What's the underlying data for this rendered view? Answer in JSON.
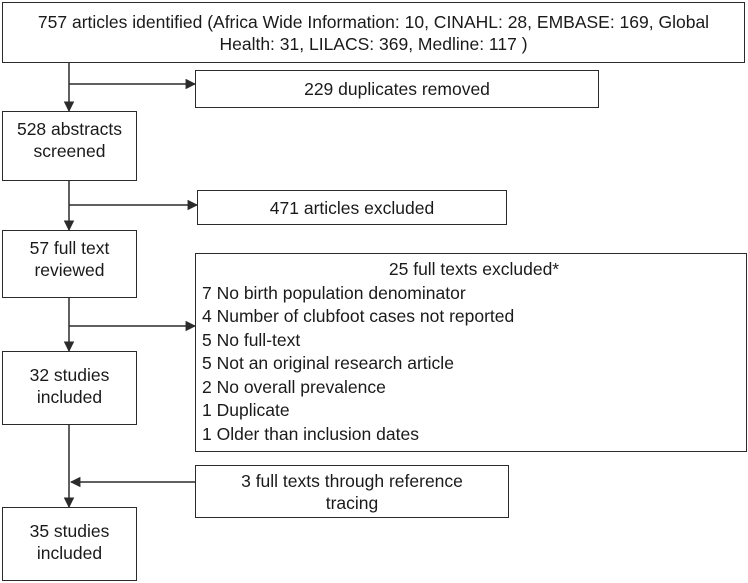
{
  "identified": {
    "line1": "757 articles identified (Africa Wide Information: 10, CINAHL: 28, EMBASE: 169, Global",
    "line2": "Health: 31, LILACS: 369, Medline: 117 )"
  },
  "duplicates": "229 duplicates removed",
  "screened": {
    "line1": "528 abstracts",
    "line2": "screened"
  },
  "excluded_abstracts": "471 articles excluded",
  "fulltext": {
    "line1": "57 full text",
    "line2": "reviewed"
  },
  "excluded_fulltext": {
    "title": "25 full texts excluded*",
    "reasons": [
      "7 No birth population denominator",
      "4 Number of clubfoot cases not reported",
      "5 No full-text",
      "5 Not an original research article",
      "2 No overall prevalence",
      "1 Duplicate",
      "1 Older than inclusion dates"
    ]
  },
  "included1": {
    "line1": "32 studies",
    "line2": "included"
  },
  "reference": {
    "line1": "3 full texts through reference",
    "line2": "tracing"
  },
  "included2": {
    "line1": "35 studies",
    "line2": "included"
  }
}
